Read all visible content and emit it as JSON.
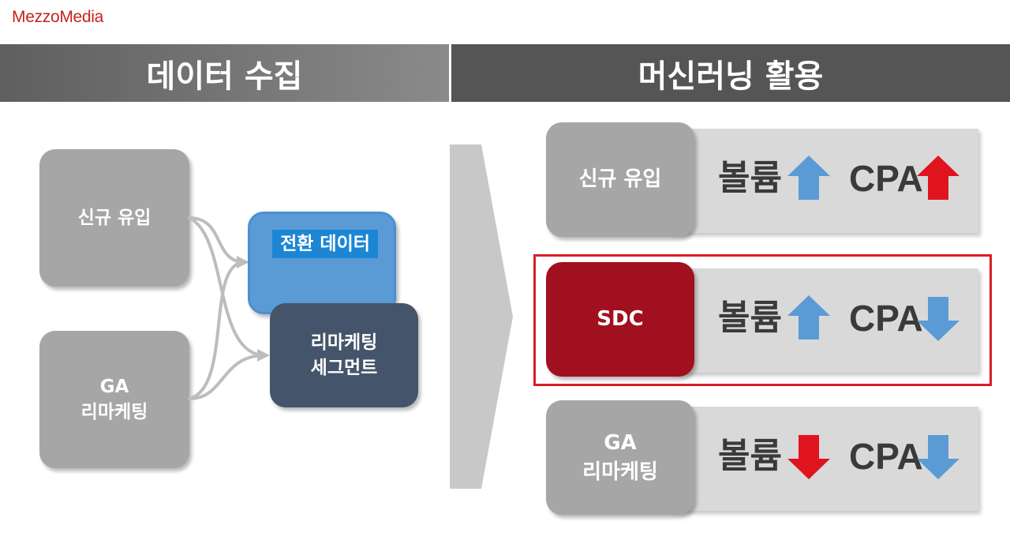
{
  "logo": "MezzoMedia",
  "headers": {
    "left": "데이터 수집",
    "right": "머신러닝 활용"
  },
  "sources": [
    {
      "label": "신규 유입"
    },
    {
      "line1": "GA",
      "line2": "리마케팅"
    }
  ],
  "middle": {
    "conversion": "전환 데이터",
    "remarketing_line1": "리마케팅",
    "remarketing_line2": "세그먼트"
  },
  "results": [
    {
      "label": "신규 유입",
      "volume_label": "볼륨",
      "volume_trend": "up",
      "volume_color": "#5b9bd5",
      "cpa_label": "CPA",
      "cpa_trend": "up",
      "cpa_color": "#e0141e",
      "highlighted": false
    },
    {
      "label": "SDC",
      "volume_label": "볼륨",
      "volume_trend": "up",
      "volume_color": "#5b9bd5",
      "cpa_label": "CPA",
      "cpa_trend": "down",
      "cpa_color": "#5b9bd5",
      "highlighted": true
    },
    {
      "line1": "GA",
      "line2": "리마케팅",
      "volume_label": "볼륨",
      "volume_trend": "down",
      "volume_color": "#e0141e",
      "cpa_label": "CPA",
      "cpa_trend": "down",
      "cpa_color": "#5b9bd5",
      "highlighted": false
    }
  ],
  "colors": {
    "brand": "#c5221f",
    "highlight_border": "#d81e2a",
    "sdc_box": "#a0101e",
    "up_blue": "#5b9bd5",
    "red": "#e0141e"
  }
}
